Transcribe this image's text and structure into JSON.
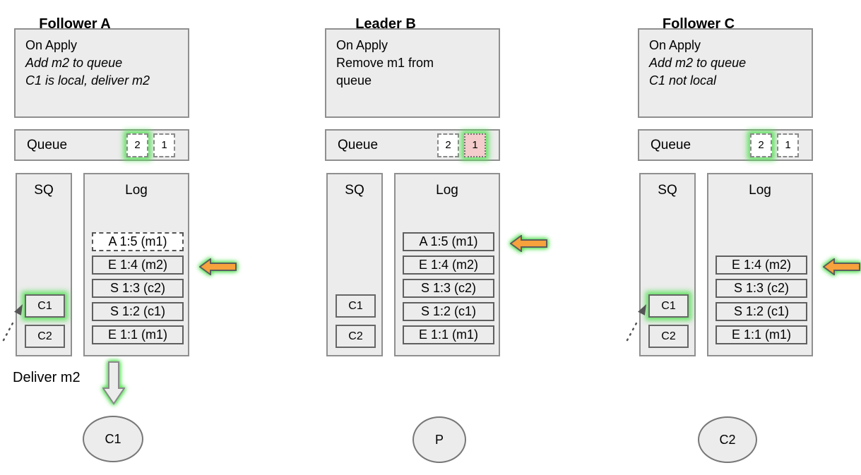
{
  "columns": [
    {
      "title": "Follower A",
      "on_apply": [
        "On Apply",
        "Add m2 to queue",
        "C1 is local, deliver m2"
      ],
      "queue_label": "Queue",
      "queue_items": [
        {
          "value": "2",
          "highlight": "green-glow",
          "border": "dashed"
        },
        {
          "value": "1",
          "highlight": "none",
          "border": "dashed"
        }
      ],
      "sq_label": "SQ",
      "sq_items": [
        {
          "value": "C1",
          "highlight": "green-glow",
          "pointed_by_dotted_arrow": true
        },
        {
          "value": "C2",
          "highlight": "none"
        }
      ],
      "log_label": "Log",
      "log_entries": [
        {
          "text": "A 1:5 (m1)",
          "border": "dashed"
        },
        {
          "text": "E 1:4 (m2)",
          "border": "solid",
          "pointed_by_arrow": true
        },
        {
          "text": "S 1:3 (c2)",
          "border": "solid"
        },
        {
          "text": "S 1:2 (c1)",
          "border": "solid"
        },
        {
          "text": "E 1:1 (m1)",
          "border": "solid"
        }
      ],
      "deliver_label": "Deliver m2",
      "actor_label": "C1"
    },
    {
      "title": "Leader B",
      "on_apply": [
        "On Apply",
        "Remove m1 from",
        "queue"
      ],
      "queue_label": "Queue",
      "queue_items": [
        {
          "value": "2",
          "highlight": "none",
          "border": "dashed"
        },
        {
          "value": "1",
          "highlight": "green-glow",
          "border": "dotted",
          "fill": "pink"
        }
      ],
      "sq_label": "SQ",
      "sq_items": [
        {
          "value": "C1",
          "highlight": "none"
        },
        {
          "value": "C2",
          "highlight": "none"
        }
      ],
      "log_label": "Log",
      "log_entries": [
        {
          "text": "A 1:5 (m1)",
          "border": "solid",
          "pointed_by_arrow": true
        },
        {
          "text": "E 1:4 (m2)",
          "border": "solid"
        },
        {
          "text": "S 1:3 (c2)",
          "border": "solid"
        },
        {
          "text": "S 1:2 (c1)",
          "border": "solid"
        },
        {
          "text": "E 1:1 (m1)",
          "border": "solid"
        }
      ],
      "actor_label": "P"
    },
    {
      "title": "Follower C",
      "on_apply": [
        "On Apply",
        "Add m2 to queue",
        "C1 not local"
      ],
      "queue_label": "Queue",
      "queue_items": [
        {
          "value": "2",
          "highlight": "green-glow",
          "border": "dashed"
        },
        {
          "value": "1",
          "highlight": "none",
          "border": "dashed"
        }
      ],
      "sq_label": "SQ",
      "sq_items": [
        {
          "value": "C1",
          "highlight": "green-glow",
          "pointed_by_dotted_arrow": true
        },
        {
          "value": "C2",
          "highlight": "none"
        }
      ],
      "log_label": "Log",
      "log_entries": [
        {
          "text": "E 1:4 (m2)",
          "border": "solid",
          "pointed_by_arrow": true
        },
        {
          "text": "S 1:3 (c2)",
          "border": "solid"
        },
        {
          "text": "S 1:2 (c1)",
          "border": "solid"
        },
        {
          "text": "E 1:1 (m1)",
          "border": "solid"
        }
      ],
      "actor_label": "C2"
    }
  ],
  "colors": {
    "box_fill": "#ececec",
    "box_border": "#8f8f8f",
    "entry_border": "#5f5f5f",
    "glow_green": "#54e054",
    "arrow_orange": "#f7a23c",
    "arrow_border": "#5d5d5d",
    "removed_pink": "#f4cccc",
    "background": "#ffffff"
  }
}
